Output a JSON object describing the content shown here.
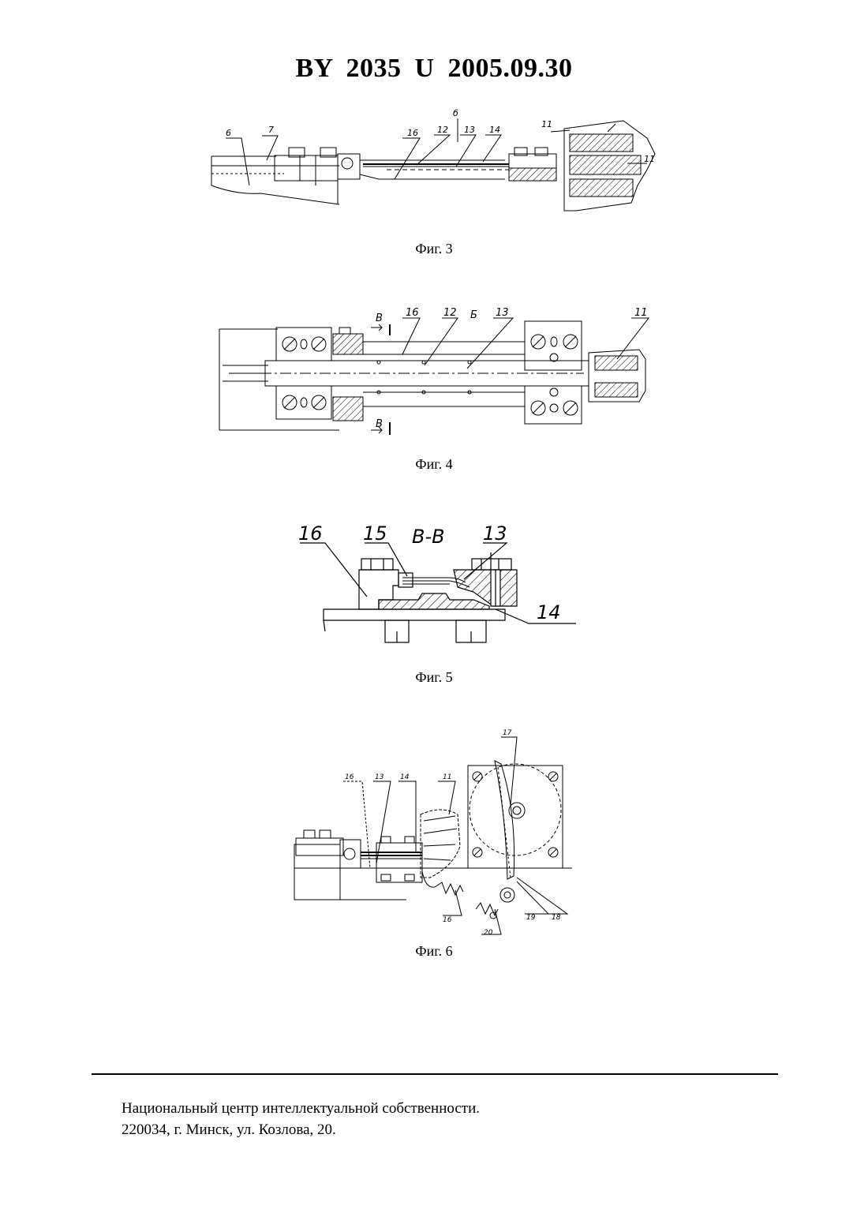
{
  "header": {
    "title": "BY 2035 U 2005.09.30"
  },
  "figures": [
    {
      "caption": "Фиг. 3",
      "labels": [
        "6",
        "7",
        "16",
        "12",
        "б",
        "13",
        "14",
        "11",
        "11"
      ]
    },
    {
      "caption": "Фиг. 4",
      "labels": [
        "В",
        "16",
        "12",
        "Б",
        "13",
        "11",
        "В"
      ]
    },
    {
      "caption": "Фиг. 5",
      "labels": [
        "16",
        "15",
        "В-В",
        "13",
        "14"
      ]
    },
    {
      "caption": "Фиг. 6",
      "labels": [
        "17",
        "16",
        "13",
        "14",
        "11",
        "16",
        "19",
        "18",
        "20"
      ]
    }
  ],
  "footer": {
    "line1": "Национальный центр интеллектуальной собственности.",
    "line2": "220034, г. Минск, ул. Козлова, 20."
  }
}
